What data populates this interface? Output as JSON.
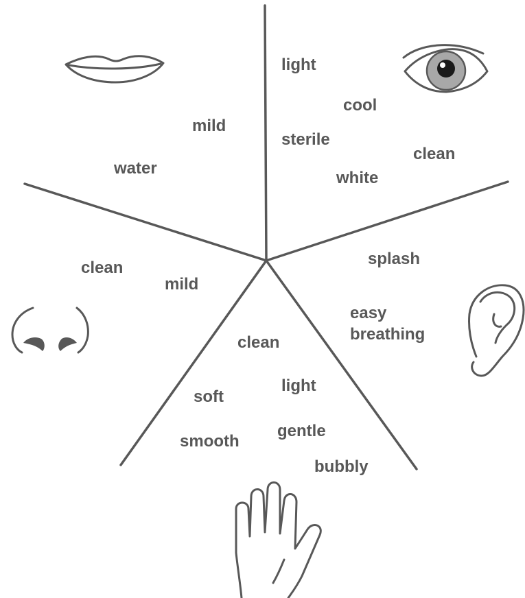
{
  "sections": {
    "taste": {
      "icon": "lips-icon",
      "words": [
        "mild",
        "water"
      ]
    },
    "sight": {
      "icon": "eye-icon",
      "words": [
        "light",
        "cool",
        "sterile",
        "clean",
        "white"
      ]
    },
    "smell": {
      "icon": "nose-icon",
      "words": [
        "clean",
        "mild"
      ]
    },
    "hearing": {
      "icon": "ear-icon",
      "words": [
        "splash",
        "easy breathing"
      ]
    },
    "touch": {
      "icon": "hand-icon",
      "words": [
        "clean",
        "light",
        "soft",
        "gentle",
        "smooth",
        "bubbly"
      ]
    }
  },
  "colors": {
    "ink": "#585858",
    "iris": "#a8a8a8",
    "pupil": "#1a1a1a"
  }
}
